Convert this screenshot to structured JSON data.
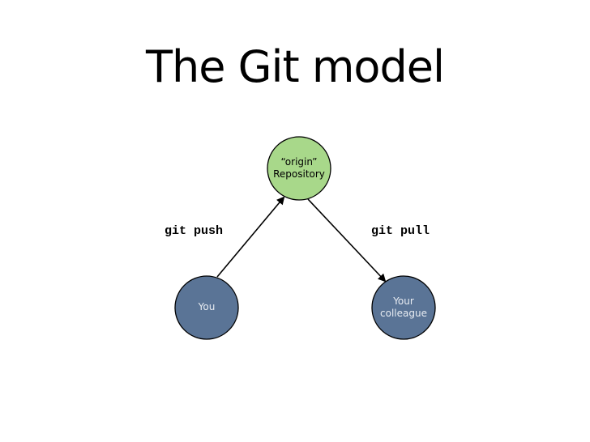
{
  "slide": {
    "title": "The Git model"
  },
  "nodes": {
    "origin": {
      "line1": "“origin”",
      "line2": "Repository",
      "color": "#a8d88a"
    },
    "you": {
      "line1": "You",
      "color": "#5a7496"
    },
    "colleague": {
      "line1": "Your",
      "line2": "colleague",
      "color": "#5a7496"
    }
  },
  "edges": {
    "push_label": "git push",
    "pull_label": "git pull"
  }
}
